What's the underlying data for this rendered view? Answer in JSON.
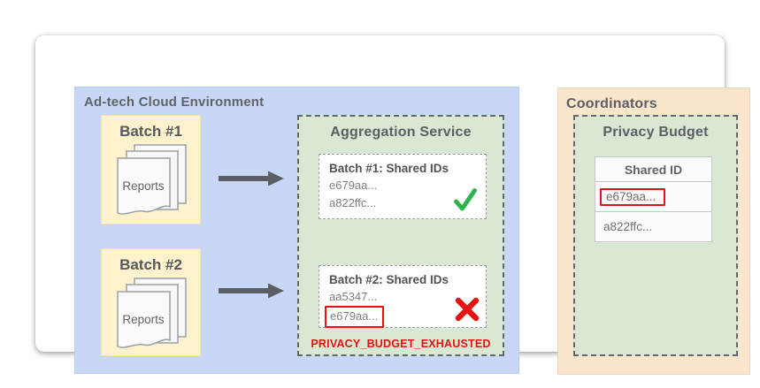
{
  "diagram": {
    "adtech": {
      "title": "Ad-tech Cloud Environment",
      "batch1": {
        "title": "Batch #1",
        "reports_label": "Reports"
      },
      "batch2": {
        "title": "Batch #2",
        "reports_label": "Reports"
      },
      "aggregation": {
        "title": "Aggregation Service",
        "result1": {
          "title": "Batch #1: Shared IDs",
          "ids": [
            "e679aa...",
            "a822ffc..."
          ],
          "status": "success",
          "status_icon": "green-checkmark"
        },
        "result2": {
          "title": "Batch #2: Shared IDs",
          "ids": [
            "aa5347...",
            "e679aa..."
          ],
          "duplicate_id_index": 1,
          "status": "failure",
          "status_icon": "red-x",
          "error_label": "PRIVACY_BUDGET_EXHAUSTED"
        }
      }
    },
    "coordinators": {
      "title": "Coordinators",
      "privacy_budget": {
        "title": "Privacy Budget",
        "table": {
          "header": "Shared ID",
          "rows": [
            "e679aa...",
            "a822ffc..."
          ],
          "highlighted_row_index": 0
        }
      }
    },
    "colors": {
      "adtech_bg": "#c8d7f5",
      "batch_bg": "#fff2cc",
      "service_bg": "#d9e8d2",
      "coordinators_bg": "#fce5cd",
      "alert_red": "#e61212",
      "success_green": "#2fb34f",
      "heading_gray": "#5f6368",
      "arrow_gray": "#5a5f66"
    }
  }
}
